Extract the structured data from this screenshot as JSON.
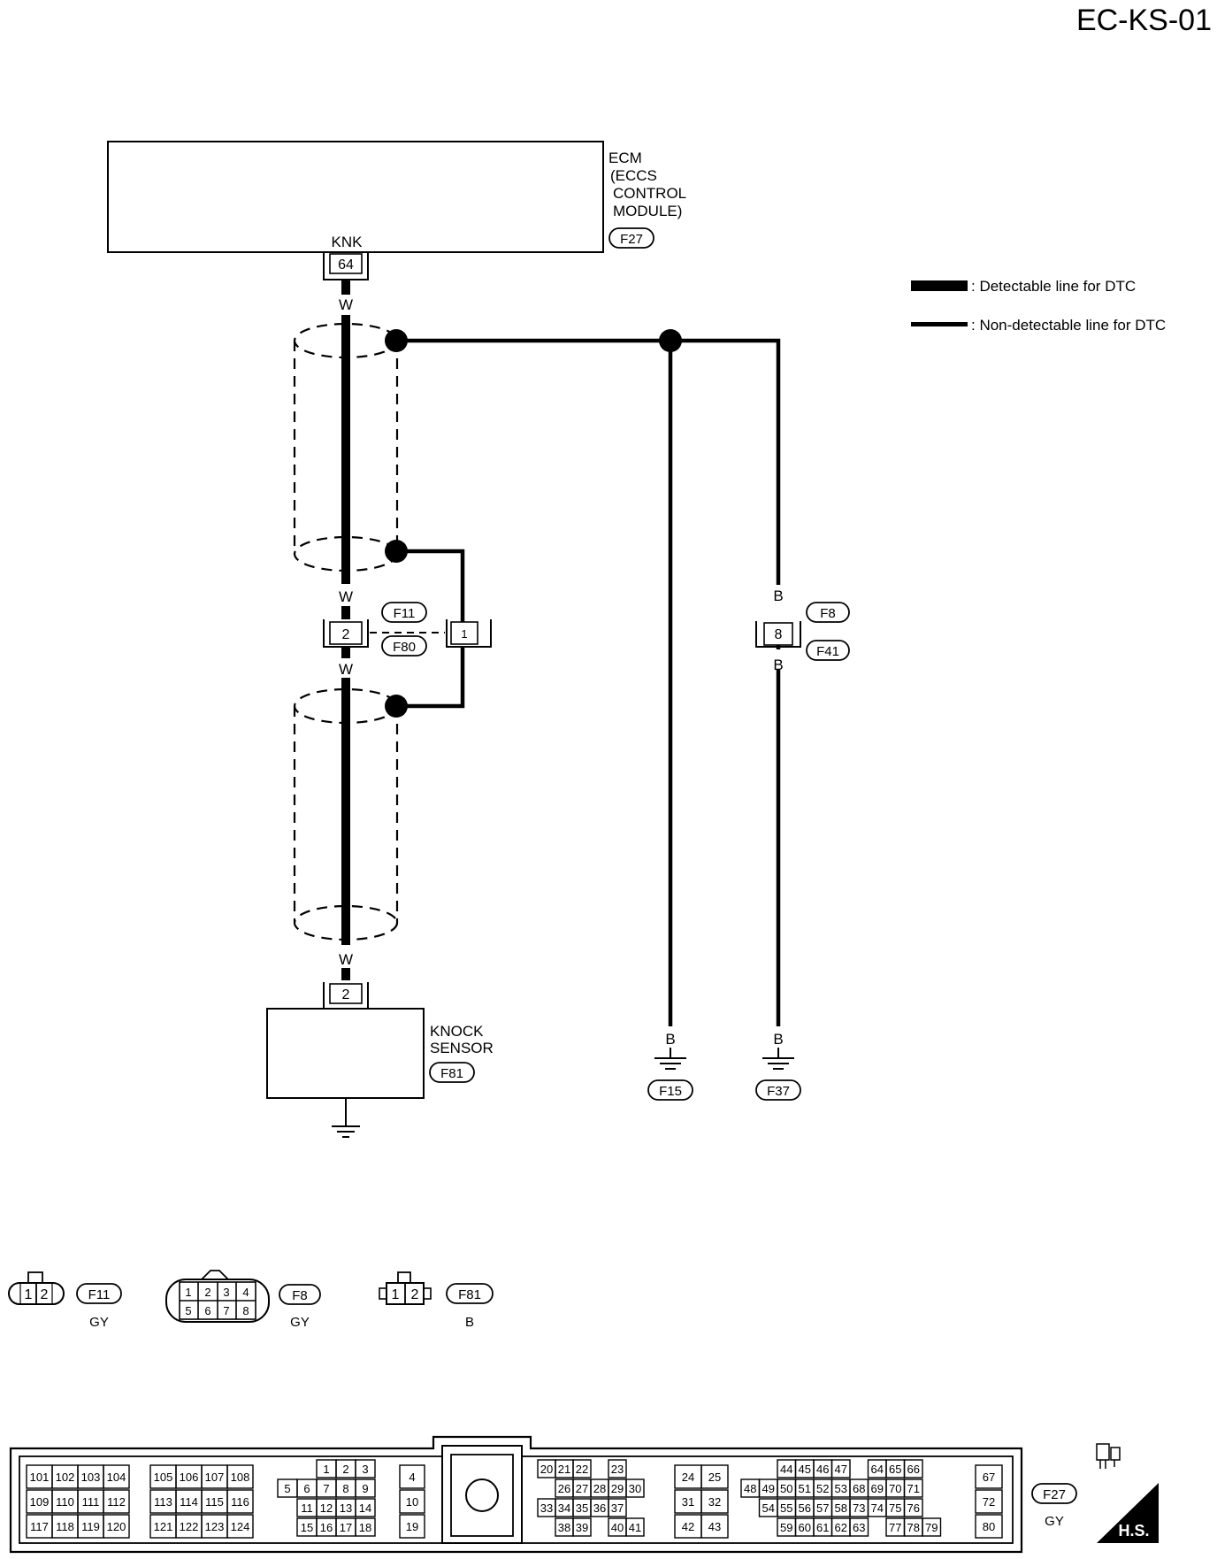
{
  "page_id": "EC-KS-01",
  "legend": {
    "detectable": ": Detectable line for DTC",
    "non_detectable": ": Non-detectable line for DTC"
  },
  "ecm": {
    "name_lines": [
      "ECM",
      "(ECCS",
      "CONTROL",
      "MODULE)"
    ],
    "connector": "F27",
    "terminal_name": "KNK",
    "terminal_pin": "64"
  },
  "wire_colors": {
    "white": "W",
    "black": "B"
  },
  "joint_left": {
    "connector_top": "F11",
    "connector_bottom": "F80",
    "pin_main": "2",
    "pin_shield": "1"
  },
  "joint_right": {
    "connector_top": "F8",
    "connector_bottom": "F41",
    "pin": "8"
  },
  "knock_sensor": {
    "name_lines": [
      "KNOCK",
      "SENSOR"
    ],
    "connector": "F81",
    "pin": "2"
  },
  "grounds": {
    "g1": "F15",
    "g2": "F37"
  },
  "connectors_views": {
    "f11": {
      "code": "F11",
      "color": "GY",
      "pins": [
        "1",
        "2"
      ]
    },
    "f8": {
      "code": "F8",
      "color": "GY",
      "pins_top": [
        "1",
        "2",
        "3",
        "4"
      ],
      "pins_bottom": [
        "5",
        "6",
        "7",
        "8"
      ]
    },
    "f81": {
      "code": "F81",
      "color": "B",
      "pins": [
        "1",
        "2"
      ]
    },
    "f27": {
      "code": "F27",
      "color": "GY",
      "hs_badge": "H.S."
    }
  },
  "ecm_connector_pins": {
    "g1": [
      [
        "101",
        "102",
        "103",
        "104"
      ],
      [
        "109",
        "110",
        "111",
        "112"
      ],
      [
        "117",
        "118",
        "119",
        "120"
      ]
    ],
    "g2": [
      [
        "105",
        "106",
        "107",
        "108"
      ],
      [
        "113",
        "114",
        "115",
        "116"
      ],
      [
        "121",
        "122",
        "123",
        "124"
      ]
    ],
    "g3": [
      [
        "",
        "",
        "1",
        "2",
        "3"
      ],
      [
        "5",
        "6",
        "7",
        "8",
        "9"
      ],
      [
        "",
        "11",
        "12",
        "13",
        "14"
      ],
      [
        "",
        "15",
        "16",
        "17",
        "18"
      ]
    ],
    "g4": [
      [
        "4"
      ],
      [
        "10"
      ],
      [
        "19"
      ]
    ],
    "g5": [
      [
        "20",
        "21",
        "22",
        "",
        "23"
      ],
      [
        "",
        "26",
        "27",
        "28",
        "29",
        "30"
      ],
      [
        "33",
        "34",
        "35",
        "36",
        "37"
      ],
      [
        "",
        "38",
        "39",
        "",
        "40",
        "41"
      ]
    ],
    "g6": [
      [
        "24",
        "25"
      ],
      [
        "31",
        "32"
      ],
      [
        "42",
        "43"
      ]
    ],
    "g7": [
      [
        "",
        "",
        "44",
        "45",
        "46",
        "47",
        "",
        "64",
        "65",
        "66"
      ],
      [
        "48",
        "49",
        "50",
        "51",
        "52",
        "53",
        "68",
        "69",
        "70",
        "71"
      ],
      [
        "",
        "54",
        "55",
        "56",
        "57",
        "58",
        "73",
        "74",
        "75",
        "76"
      ],
      [
        "",
        "",
        "59",
        "60",
        "61",
        "62",
        "63",
        "",
        "77",
        "78",
        "79"
      ]
    ],
    "g8": [
      [
        "67"
      ],
      [
        "72"
      ],
      [
        "80"
      ]
    ]
  }
}
